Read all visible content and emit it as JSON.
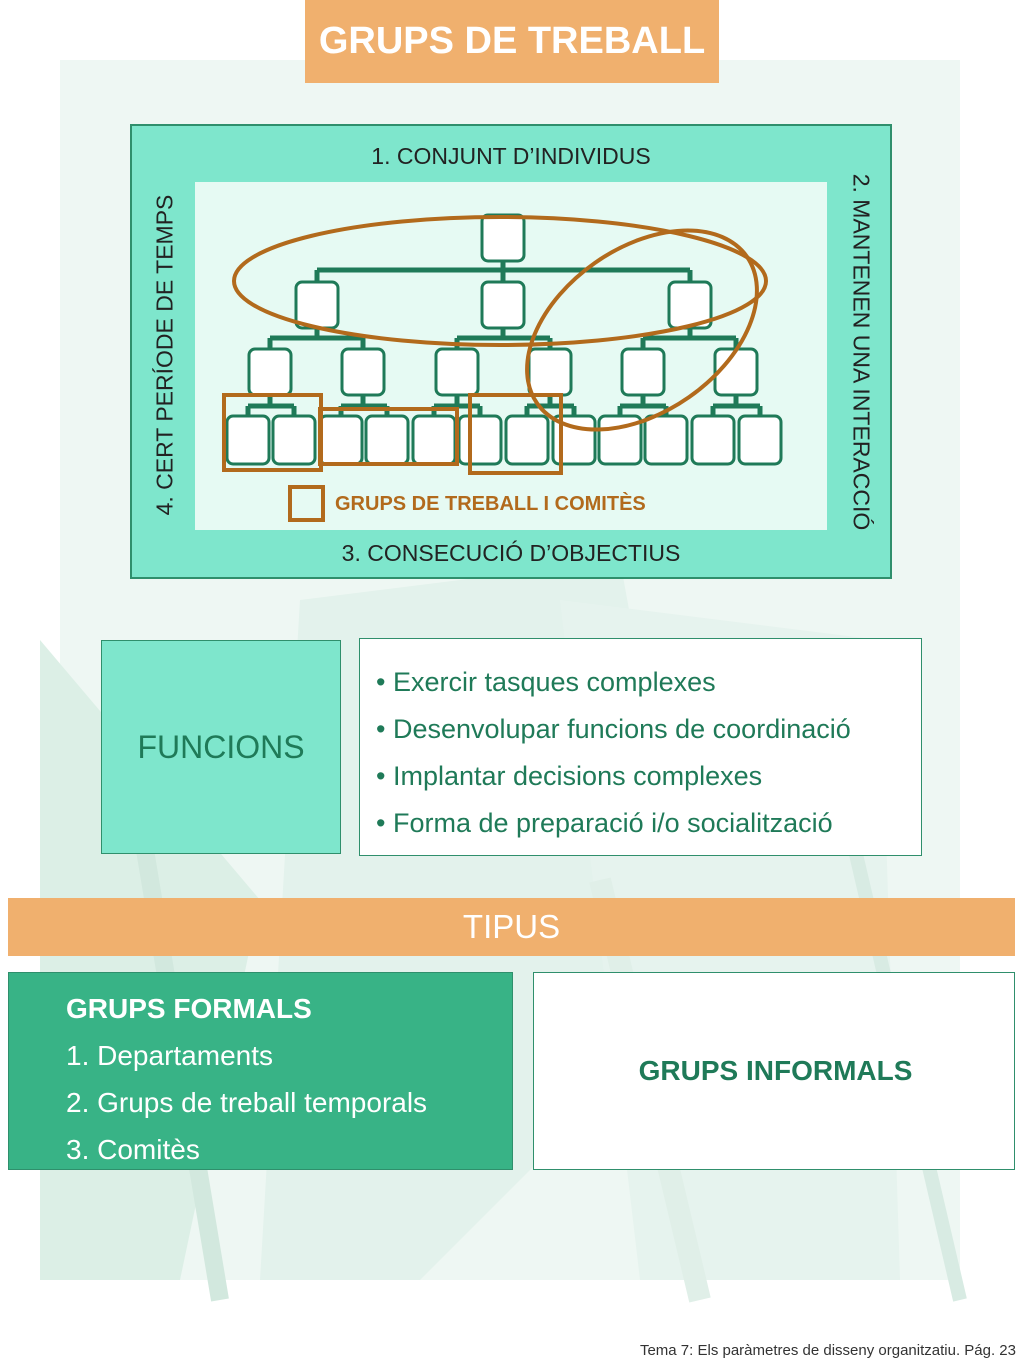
{
  "title": "GRUPS DE TREBALL",
  "diagram": {
    "label_top": "1. CONJUNT D’INDIVIDUS",
    "label_right": "2. MANTENEN UNA INTERACCIÓ",
    "label_bottom": "3. CONSECUCIÓ D’OBJECTIUS",
    "label_left": "4. CERT PERÍODE DE TEMPS",
    "legend": "GRUPS DE TREBALL I COMITÈS"
  },
  "funcions": {
    "label": "FUNCIONS",
    "items": [
      "Exercir tasques complexes",
      "Desenvolupar funcions de coordinació",
      "Implantar decisions complexes",
      "Forma de preparació i/o socialització"
    ]
  },
  "tipus": {
    "label": "TIPUS",
    "formals": {
      "title": "GRUPS FORMALS",
      "items": [
        "1. Departaments",
        "2. Grups de treball temporals",
        "3. Comitès"
      ]
    },
    "informals": {
      "title": "GRUPS INFORMALS"
    }
  },
  "footer": "Tema 7: Els paràmetres de disseny organitzatiu. Pág. 23",
  "colors": {
    "orange": "#f0b06e",
    "mint": "#7ee6cc",
    "green": "#38b386",
    "dark_green": "#1f7a58",
    "brown": "#b26a1c"
  }
}
